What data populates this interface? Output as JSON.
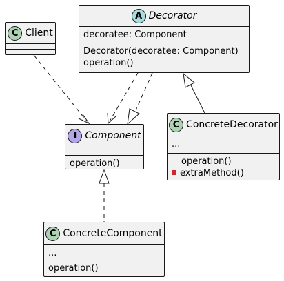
{
  "classes": {
    "decorator": {
      "badge": "A",
      "badge_color": "#a9dcdf",
      "name": "Decorator",
      "fields": [
        "decoratee: Component"
      ],
      "methods": [
        "Decorator(decoratee: Component)",
        "operation()"
      ]
    },
    "client": {
      "badge": "C",
      "badge_color": "#add1b2",
      "name": "Client",
      "fields": [],
      "methods": []
    },
    "component": {
      "badge": "I",
      "badge_color": "#b4a7e5",
      "name": "Component",
      "fields": [],
      "methods": [
        "operation()"
      ]
    },
    "concrete_decorator": {
      "badge": "C",
      "badge_color": "#add1b2",
      "name": "ConcreteDecorator",
      "fields": [
        "..."
      ],
      "methods": [
        "operation()",
        "extraMethod()"
      ]
    },
    "concrete_component": {
      "badge": "C",
      "badge_color": "#add1b2",
      "name": "ConcreteComponent",
      "fields": [
        "..."
      ],
      "methods": [
        "operation()"
      ]
    }
  },
  "colors": {
    "class_fill": "#f1f1f1",
    "border": "#181818",
    "private_marker": "#c82930"
  }
}
